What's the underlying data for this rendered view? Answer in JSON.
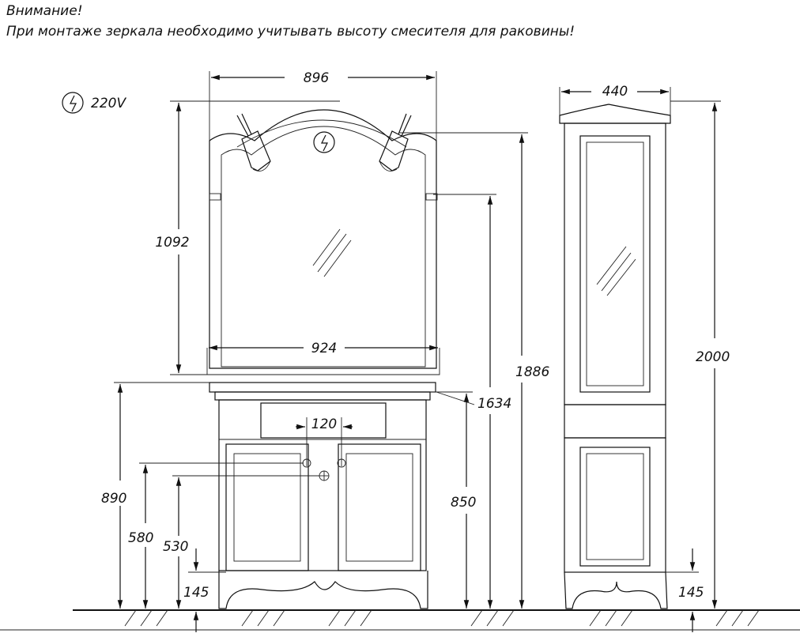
{
  "notes": {
    "attention": "Внимание!",
    "warning": "При монтаже зеркала необходимо учитывать высоту смесителя для раковины!"
  },
  "power": {
    "label": "220V",
    "icon": "electric-outlet-icon"
  },
  "dimensions": {
    "mirror_width": "896",
    "cabinet_width": "924",
    "mirror_height": "1092",
    "total_height": "1886",
    "socket_height": "1634",
    "unit_height": "890",
    "basin_height": "850",
    "pipe_height_upper": "580",
    "pipe_height_lower": "530",
    "pipe_spacing": "120",
    "plinth_left": "145",
    "column_width": "440",
    "column_height": "2000",
    "plinth_right": "145"
  },
  "colors": {
    "line": "#111111",
    "background": "#ffffff"
  }
}
